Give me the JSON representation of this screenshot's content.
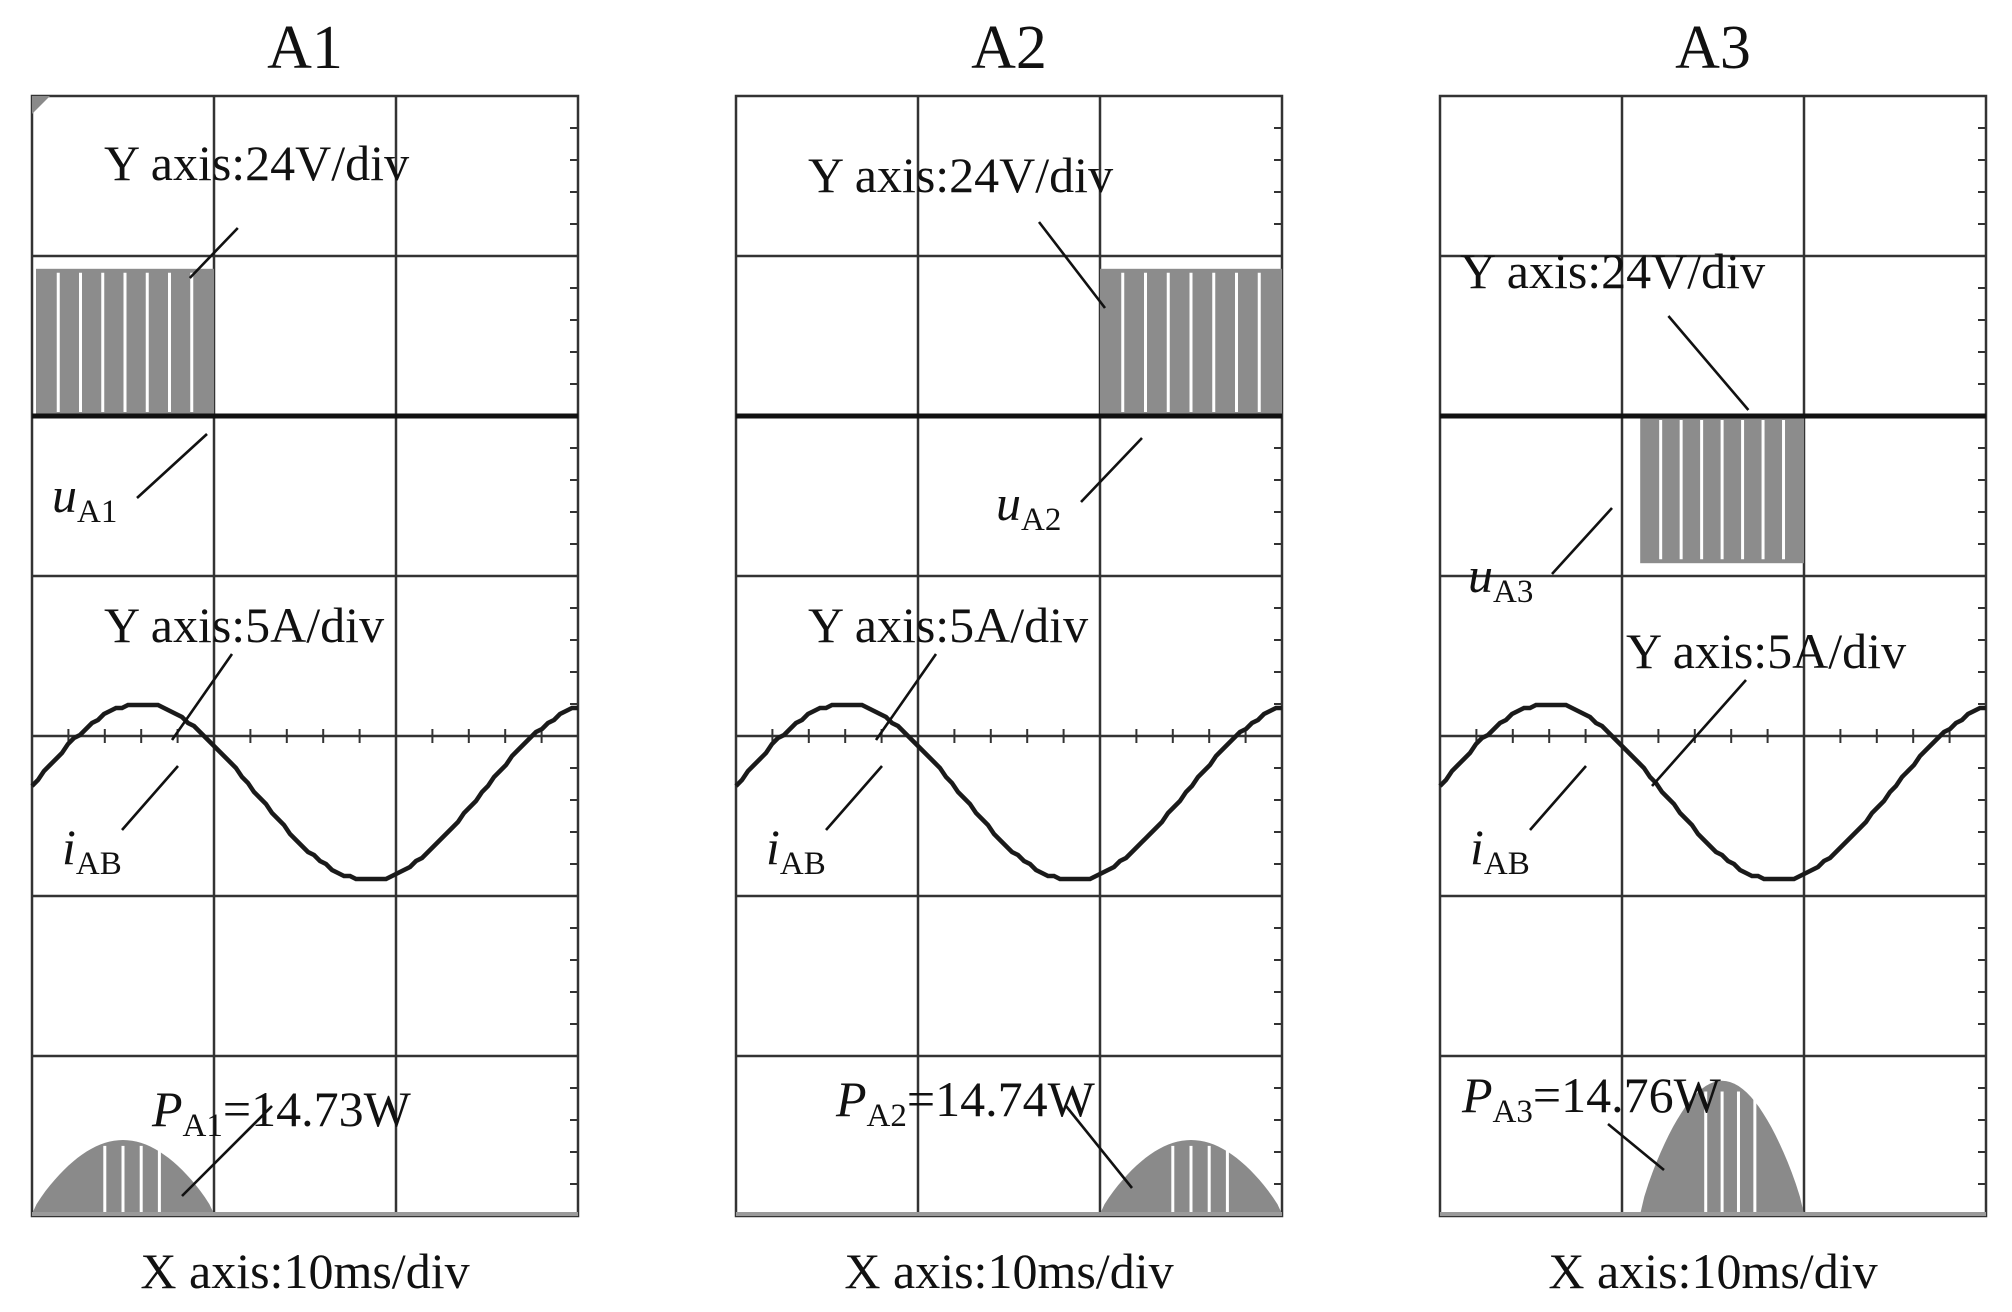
{
  "chart_data": [
    {
      "type": "line",
      "title": "A1",
      "xlabel": "X axis:10ms/div",
      "x_scale": "10ms/div",
      "divisions": {
        "x": 3,
        "y": 7
      },
      "grid": true,
      "traces": [
        {
          "name": "u",
          "sub": "A1",
          "scale_label": "Y axis:24V/div",
          "kind": "pwm",
          "level_div": 1.0,
          "on_div": [
            0.0,
            1.0
          ]
        },
        {
          "name": "i",
          "sub": "AB",
          "scale_label": "Y axis:5A/div",
          "kind": "sine",
          "amplitude_div": 0.55,
          "period_div": 2.5,
          "phase_peak_div": 0.6
        },
        {
          "name": "P",
          "sub": "A1",
          "value_label": "=14.73W",
          "kind": "power",
          "peak_div": 0.25,
          "on_div": [
            0.0,
            1.0
          ]
        }
      ]
    },
    {
      "type": "line",
      "title": "A2",
      "xlabel": "X axis:10ms/div",
      "x_scale": "10ms/div",
      "divisions": {
        "x": 3,
        "y": 7
      },
      "grid": true,
      "traces": [
        {
          "name": "u",
          "sub": "A2",
          "scale_label": "Y axis:24V/div",
          "kind": "pwm",
          "level_div": 1.0,
          "on_div": [
            2.0,
            3.0
          ]
        },
        {
          "name": "i",
          "sub": "AB",
          "scale_label": "Y axis:5A/div",
          "kind": "sine",
          "amplitude_div": 0.55,
          "period_div": 2.5,
          "phase_peak_div": 0.6
        },
        {
          "name": "P",
          "sub": "A2",
          "value_label": "=14.74W",
          "kind": "power",
          "peak_div": 0.25,
          "on_div": [
            2.0,
            3.0
          ]
        }
      ]
    },
    {
      "type": "line",
      "title": "A3",
      "xlabel": "X axis:10ms/div",
      "x_scale": "10ms/div",
      "divisions": {
        "x": 3,
        "y": 7
      },
      "grid": true,
      "traces": [
        {
          "name": "u",
          "sub": "A3",
          "scale_label": "Y axis:24V/div",
          "kind": "pwm",
          "level_div": -1.0,
          "on_div": [
            1.1,
            2.0
          ]
        },
        {
          "name": "i",
          "sub": "AB",
          "scale_label": "Y axis:5A/div",
          "kind": "sine",
          "amplitude_div": 0.55,
          "period_div": 2.5,
          "phase_peak_div": 0.6
        },
        {
          "name": "P",
          "sub": "A3",
          "value_label": "=14.76W",
          "kind": "power",
          "peak_div": 0.45,
          "on_div": [
            1.1,
            2.0
          ]
        }
      ]
    }
  ]
}
